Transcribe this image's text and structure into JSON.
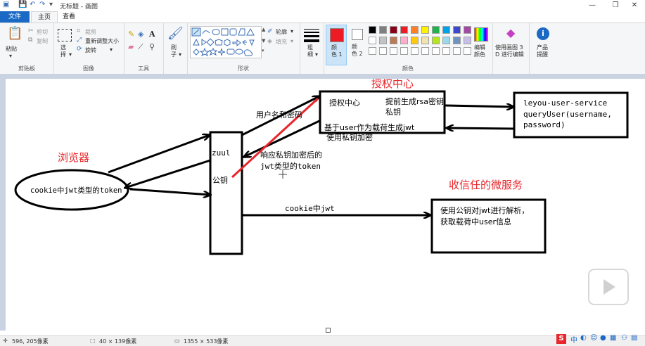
{
  "window": {
    "title": "无标题 - 画图",
    "minimize_glyph": "—",
    "maximize_glyph": "❐",
    "close_glyph": "✕"
  },
  "tabs": {
    "file": "文件",
    "home": "主页",
    "view": "查看"
  },
  "ribbon": {
    "clipboard": {
      "paste": "粘贴",
      "cut": "剪切",
      "copy": "复制",
      "group": "剪贴板"
    },
    "image": {
      "select": "选\n择",
      "crop": "裁剪",
      "resize": "重新调整大小",
      "rotate": "旋转",
      "group": "图像"
    },
    "tools": {
      "group": "工具"
    },
    "brushes": {
      "label": "刷\n子"
    },
    "shapes": {
      "outline": "轮廓",
      "fill": "填充",
      "group": "形状"
    },
    "size": {
      "label": "粗\n细"
    },
    "colors": {
      "color1": "颜\n色 1",
      "color2": "颜\n色 2",
      "edit": "编辑\n颜色",
      "group": "颜色",
      "color1_value": "#ed1c24",
      "color2_value": "#ffffff",
      "palette_row1": [
        "#000000",
        "#7f7f7f",
        "#880015",
        "#ed1c24",
        "#ff7f27",
        "#fff200",
        "#22b14c",
        "#00a2e8",
        "#3f48cc",
        "#a349a4"
      ],
      "palette_row2": [
        "#ffffff",
        "#c3c3c3",
        "#b97a57",
        "#ffaec9",
        "#ffc90e",
        "#efe4b0",
        "#b5e61d",
        "#99d9ea",
        "#7092be",
        "#c8bfe7"
      ]
    },
    "paint3d": "使用画图 3\nD 进行编辑",
    "product": "产品\n提醒"
  },
  "diagram": {
    "title_auth": "授权中心",
    "title_browser": "浏览器",
    "title_trusted": "收信任的微服务",
    "browser_node": "cookie中jwt类型的token",
    "zuul_label": "zuul",
    "public_key": "公钥",
    "auth_box_line1": "授权中心",
    "auth_box_note1": "提前生成rsa密钥",
    "auth_box_note2": "私钥",
    "auth_box_line2": "基于user作为载荷生成jwt",
    "user_service_line1": "leyou-user-service",
    "user_service_line2": "queryUser(username,",
    "user_service_line3": "password)",
    "label_user_pass": "用户名和密码",
    "label_private_encrypt": "使用私钥加密",
    "label_response_line1": "响应私钥加密后的",
    "label_response_line2": "jwt类型的token",
    "label_cookie_jwt": "cookie中jwt",
    "service_box_line1": "使用公钥对jwt进行解析，",
    "service_box_line2": "获取载荷中user信息"
  },
  "status": {
    "cursor": "596, 205像素",
    "selection": "40 × 139像素",
    "canvas_size": "1355 × 533像素"
  },
  "tray": {
    "ime": "中",
    "ime_glyph": "S"
  }
}
